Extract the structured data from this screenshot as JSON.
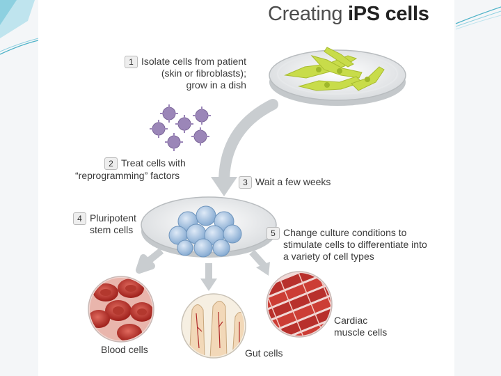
{
  "title": {
    "prefix": "Creating ",
    "bold": "iPS cells"
  },
  "steps": [
    {
      "num": "1",
      "lines": [
        "Isolate cells from patient",
        "(skin or fibroblasts);",
        "grow in a dish"
      ]
    },
    {
      "num": "2",
      "lines": [
        "Treat cells with",
        "“reprogramming” factors"
      ]
    },
    {
      "num": "3",
      "lines": [
        "Wait a few weeks"
      ]
    },
    {
      "num": "4",
      "lines": [
        "Pluripotent",
        "stem cells"
      ]
    },
    {
      "num": "5",
      "lines": [
        "Change culture conditions to",
        "stimulate cells to differentiate into",
        "a variety of cell types"
      ]
    }
  ],
  "outputs": {
    "blood": "Blood cells",
    "gut": "Gut cells",
    "cardiac": [
      "Cardiac",
      "muscle cells"
    ]
  },
  "colors": {
    "accent": "#4fb3c8",
    "fibroblast": "#c8dc4a",
    "factor": "#9b86b8",
    "stem": "#8eb2d8",
    "blood": "#c0302a",
    "arrow": "#bfc3c6"
  }
}
